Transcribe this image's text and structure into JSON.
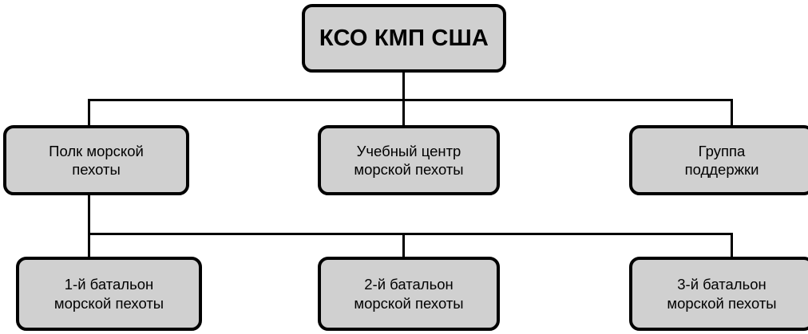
{
  "chart_data": {
    "type": "diagram",
    "title": "КСО КМП США",
    "orientation": "top-down",
    "levels": 3,
    "nodes": [
      {
        "id": "root",
        "label": "КСО КМП США",
        "level": 1,
        "parent": null
      },
      {
        "id": "regiment",
        "label": "Полк морской\nпехоты",
        "level": 2,
        "parent": "root"
      },
      {
        "id": "training",
        "label": "Учебный центр\nморской пехоты",
        "level": 2,
        "parent": "root"
      },
      {
        "id": "support",
        "label": "Группа\nподдержки",
        "level": 2,
        "parent": "root"
      },
      {
        "id": "bn1",
        "label": "1-й батальон\nморской пехоты",
        "level": 3,
        "parent": "regiment"
      },
      {
        "id": "bn2",
        "label": "2-й батальон\nморской пехоты",
        "level": 3,
        "parent": "regiment"
      },
      {
        "id": "bn3",
        "label": "3-й батальон\nморской пехоты",
        "level": 3,
        "parent": "regiment"
      }
    ],
    "colors": {
      "node_fill": "#d0d0d0",
      "node_border": "#000000",
      "connector": "#000000",
      "text": "#000000",
      "background": "#ffffff"
    }
  },
  "nodes": {
    "root": {
      "label": "КСО КМП США"
    },
    "regiment": {
      "label": "Полк морской\nпехоты"
    },
    "training": {
      "label": "Учебный центр\nморской пехоты"
    },
    "support": {
      "label": "Группа\nподдержки"
    },
    "bn1": {
      "label": "1-й батальон\nморской пехоты"
    },
    "bn2": {
      "label": "2-й батальон\nморской пехоты"
    },
    "bn3": {
      "label": "3-й батальон\nморской пехоты"
    }
  }
}
